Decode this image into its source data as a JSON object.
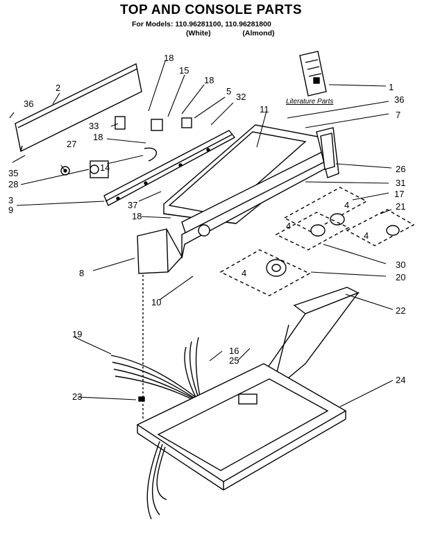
{
  "title": "TOP AND CONSOLE PARTS",
  "models_line": "For Models: 110.96281100, 110.96281800",
  "variant_white": "(White)",
  "variant_almond": "(Almond)",
  "literature_label": "Literature Parts",
  "callouts": [
    "1",
    "2",
    "3",
    "4",
    "5",
    "7",
    "8",
    "9",
    "10",
    "11",
    "14",
    "15",
    "16",
    "17",
    "18",
    "19",
    "20",
    "21",
    "22",
    "23",
    "24",
    "25",
    "26",
    "27",
    "28",
    "30",
    "31",
    "32",
    "33",
    "35",
    "36",
    "37"
  ]
}
